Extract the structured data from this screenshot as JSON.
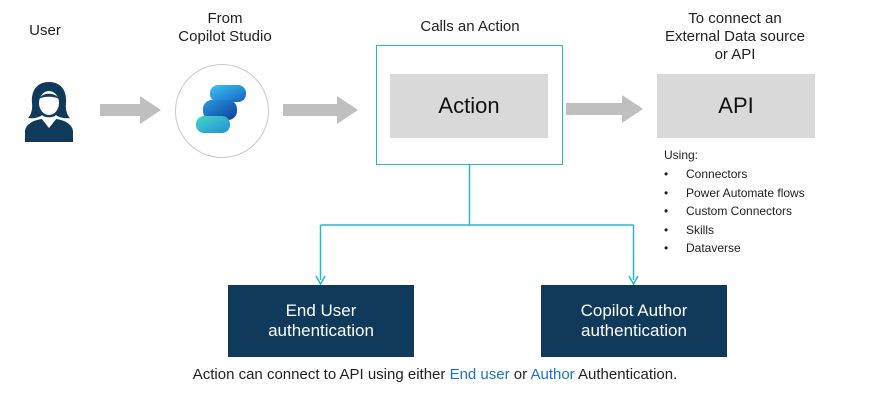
{
  "labels": {
    "user": "User",
    "from": "From\nCopilot Studio",
    "calls": "Calls an Action",
    "connect": "To connect an\nExternal Data source\nor API"
  },
  "boxes": {
    "action": "Action",
    "api": "API",
    "end_user_auth": "End User\nauthentication",
    "author_auth": "Copilot Author\nauthentication"
  },
  "using": {
    "title": "Using:",
    "items": [
      "Connectors",
      "Power Automate flows",
      "Custom Connectors",
      "Skills",
      "Dataverse"
    ]
  },
  "footer": {
    "prefix": "Action can connect to API using either ",
    "end_user": "End user",
    "middle": " or ",
    "author": "Author",
    "suffix": " Authentication."
  },
  "colors": {
    "navy": "#0f3a5c",
    "teal": "#2bb5c8",
    "arrow_gray": "#bfbfbf",
    "box_gray": "#d9d9d9",
    "link_blue": "#1a73c8"
  },
  "icons": [
    "user-icon",
    "copilot-studio-logo"
  ]
}
